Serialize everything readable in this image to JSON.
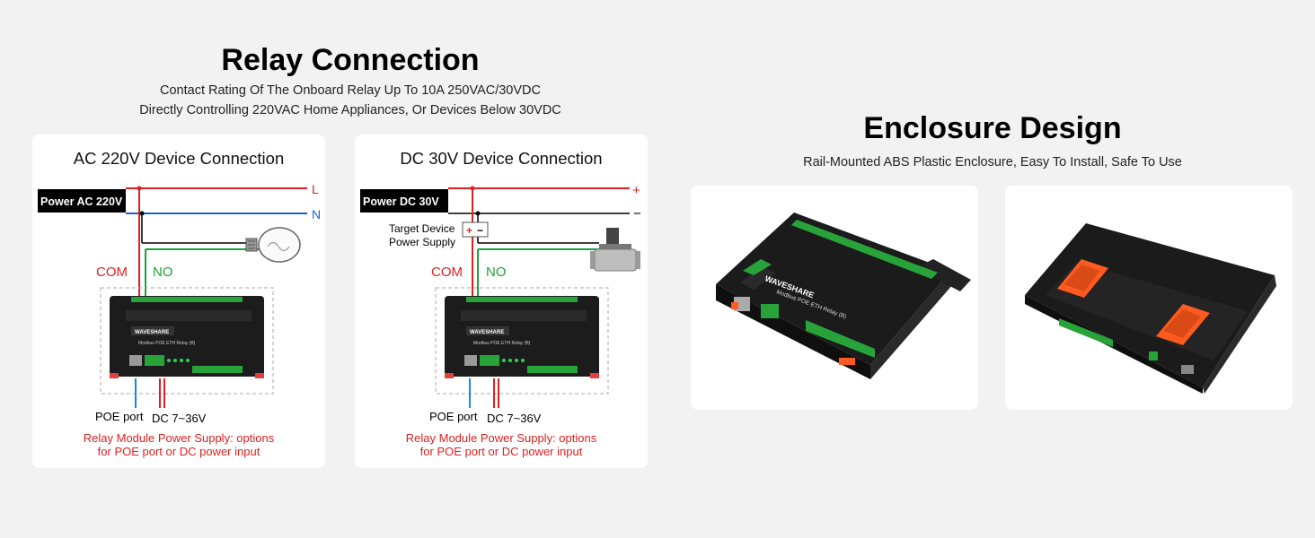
{
  "relay": {
    "title": "Relay Connection",
    "line1": "Contact Rating Of The Onboard Relay Up To 10A 250VAC/30VDC",
    "line2": "Directly Controlling 220VAC Home Appliances, Or Devices Below 30VDC"
  },
  "ac_card": {
    "title": "AC 220V Device Connection",
    "power_label": "Power AC 220V",
    "line_l": "L",
    "line_n": "N",
    "com": "COM",
    "no": "NO",
    "poe": "POE port",
    "dc": "DC 7~36V",
    "note1": "Relay Module Power Supply: options",
    "note2": "for POE port or DC power input"
  },
  "dc_card": {
    "title": "DC 30V Device Connection",
    "power_label": "Power DC 30V",
    "plus": "+",
    "minus": "−",
    "target1": "Target Device",
    "target2": "Power Supply",
    "com": "COM",
    "no": "NO",
    "poe": "POE port",
    "dc": "DC 7~36V",
    "note1": "Relay Module Power Supply: options",
    "note2": "for POE port or DC power input"
  },
  "enclosure": {
    "title": "Enclosure Design",
    "subtitle": "Rail-Mounted ABS Plastic Enclosure, Easy To Install, Safe To Use"
  },
  "device": {
    "brand": "WAVESHARE",
    "model": "Modbus POE ETH Relay (B)"
  },
  "colors": {
    "red": "#e02020",
    "blue": "#1a5fd6",
    "green": "#1aa33a",
    "orange": "#ff5a1f"
  }
}
